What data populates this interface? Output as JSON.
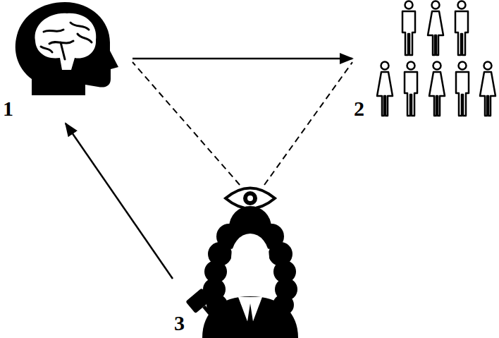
{
  "diagram": {
    "nodes": [
      {
        "text": [
          "1"
        ]
      },
      {
        "text": [
          "2"
        ]
      },
      {
        "text": [
          "3"
        ]
      }
    ],
    "edges": [
      {
        "from": 0,
        "to": 1,
        "arrow": "to"
      },
      {
        "from": 2,
        "to": 0,
        "arrow": "to"
      },
      {
        "from": 2,
        "to": 0,
        "arrow": "none"
      },
      {
        "from": 2,
        "to": 1,
        "arrow": "none"
      }
    ]
  }
}
